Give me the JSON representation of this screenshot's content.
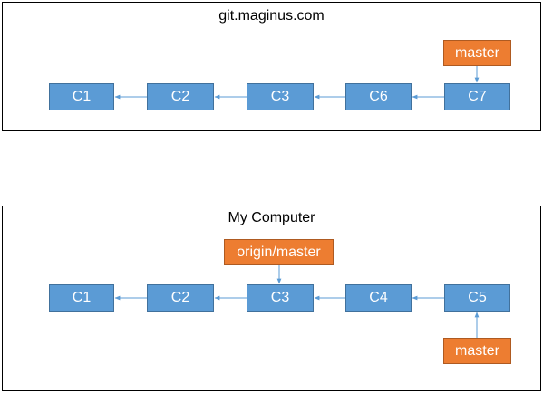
{
  "colors": {
    "commit_fill": "#5b9bd5",
    "commit_border": "#41719c",
    "ref_fill": "#ed7d31",
    "ref_border": "#ae5a21",
    "arrow": "#5b9bd5",
    "border": "#000000"
  },
  "remote": {
    "title": "git.maginus.com",
    "commits": [
      "C1",
      "C2",
      "C3",
      "C6",
      "C7"
    ],
    "refs": [
      {
        "label": "master",
        "points_to": "C7"
      }
    ]
  },
  "local": {
    "title": "My Computer",
    "commits": [
      "C1",
      "C2",
      "C3",
      "C4",
      "C5"
    ],
    "refs": [
      {
        "label": "origin/master",
        "points_to": "C3"
      },
      {
        "label": "master",
        "points_to": "C5"
      }
    ]
  }
}
